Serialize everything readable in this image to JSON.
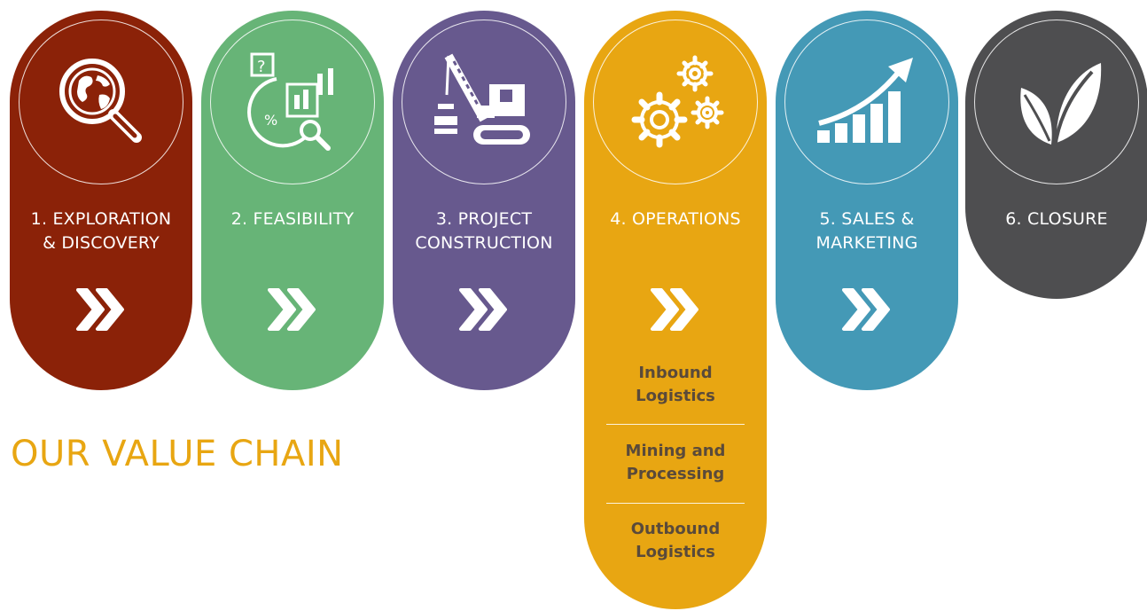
{
  "heading": "OUR VALUE CHAIN",
  "colors": {
    "exploration": "#8b2208",
    "feasibility": "#67b477",
    "construction": "#67598e",
    "operations": "#e8a612",
    "sales": "#4499b6",
    "closure": "#4e4e50",
    "heading": "#e8a612"
  },
  "stages": [
    {
      "label": "1. EXPLORATION\n& DISCOVERY",
      "icon": "globe-magnifier-icon"
    },
    {
      "label": "2. FEASIBILITY",
      "icon": "analysis-chart-icon"
    },
    {
      "label": "3. PROJECT\nCONSTRUCTION",
      "icon": "crane-icon"
    },
    {
      "label": "4. OPERATIONS",
      "icon": "gears-icon",
      "substeps": [
        "Inbound\nLogistics",
        "Mining and\nProcessing",
        "Outbound\nLogistics"
      ]
    },
    {
      "label": "5. SALES &\nMARKETING",
      "icon": "growth-chart-icon"
    },
    {
      "label": "6. CLOSURE",
      "icon": "leaf-icon"
    }
  ]
}
